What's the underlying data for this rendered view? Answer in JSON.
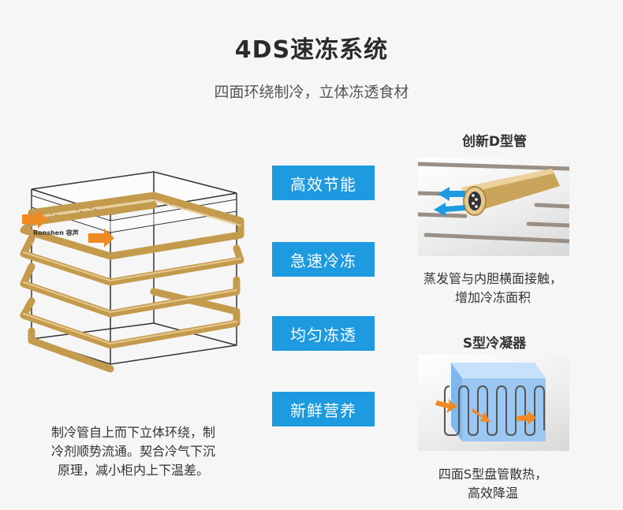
{
  "header": {
    "title": "4DS速冻系统",
    "subtitle": "四面环绕制冷，立体冻透食材"
  },
  "left_panel": {
    "brand_label": "Ronshen 容声",
    "description_lines": [
      "制冷管自上而下立体环绕，制",
      "冷剂顺势流通。契合冷气下沉",
      "原理，减小柜内上下温差。"
    ]
  },
  "features": [
    "高效节能",
    "急速冷冻",
    "均匀冻透",
    "新鲜营养"
  ],
  "right_panel": {
    "tube": {
      "heading": "创新D型管",
      "description_lines": [
        "蒸发管与内胆横面接触，",
        "增加冷冻面积"
      ]
    },
    "condenser": {
      "heading": "S型冷凝器",
      "description_lines": [
        "四面S型盘管散热，",
        "高效降温"
      ]
    }
  },
  "colors": {
    "accent_blue": "#1e9ae0",
    "coil_gold": "#c49a4c",
    "arrow_orange": "#f08a24",
    "panel_blue": "#9ac8f2"
  }
}
